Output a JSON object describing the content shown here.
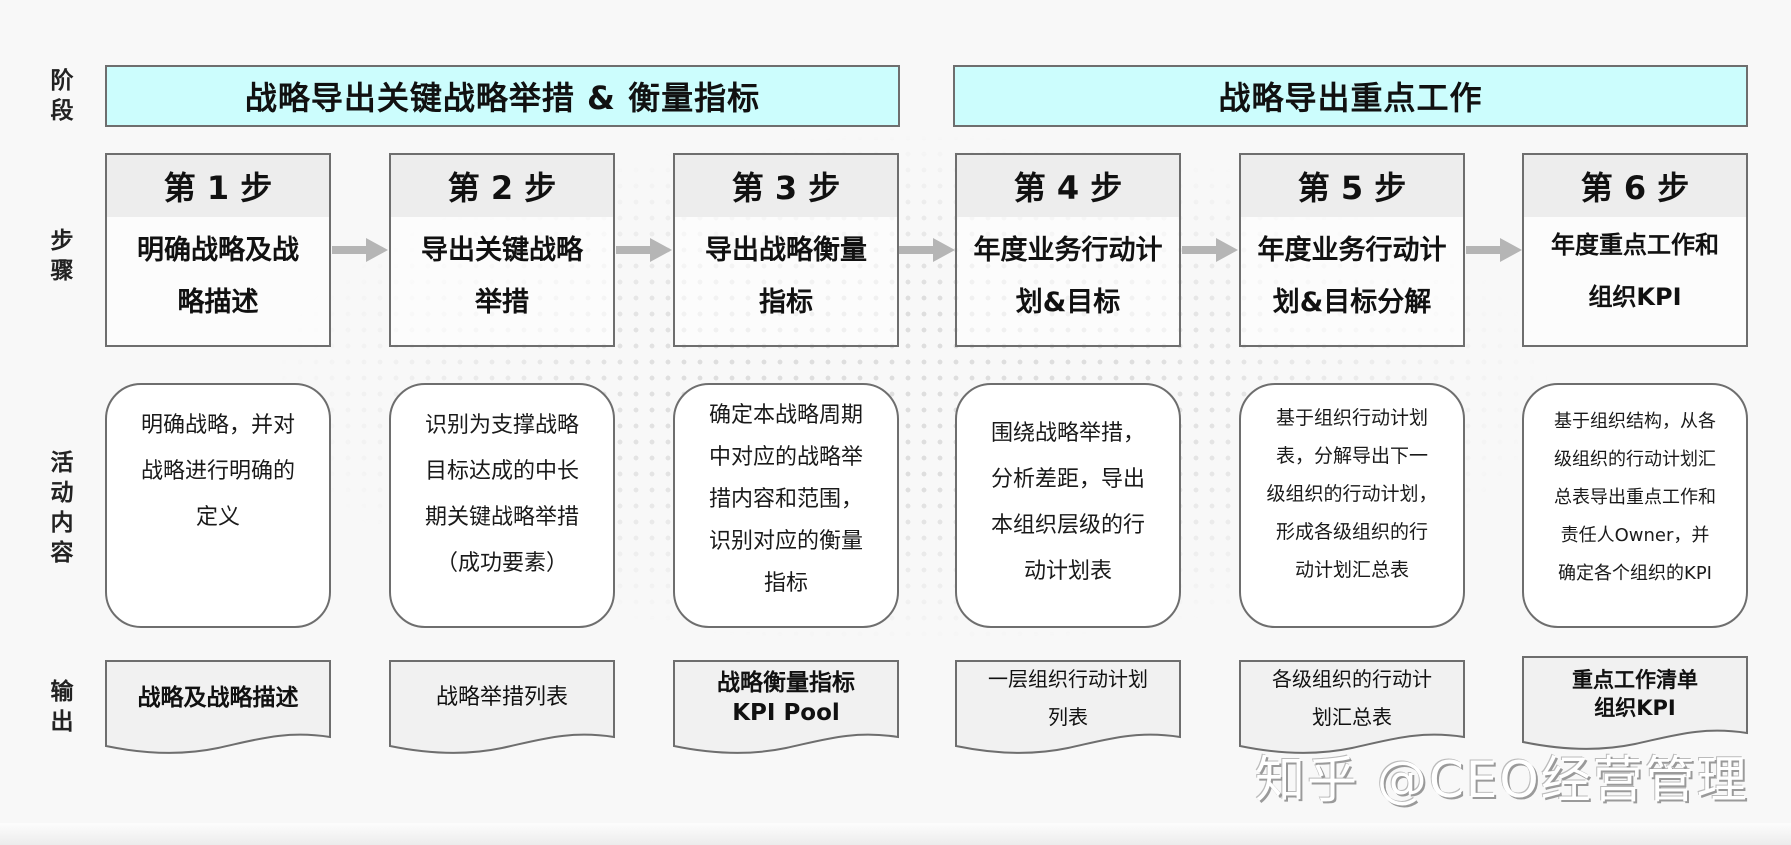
{
  "row_labels": {
    "phase": [
      "阶",
      "段"
    ],
    "steps": [
      "步",
      "骤"
    ],
    "activities": [
      "活",
      "动",
      "内",
      "容"
    ],
    "outputs": [
      "输",
      "出"
    ]
  },
  "phases": [
    {
      "label": "战略导出关键战略举措 & 衡量指标"
    },
    {
      "label": "战略导出重点工作"
    }
  ],
  "steps": [
    {
      "number": "第 1 步",
      "title": "明确战略及战略描述",
      "activity": "明确战略，并对战略进行明确的定义",
      "output": "战略及战略描述"
    },
    {
      "number": "第 2 步",
      "title": "导出关键战略举措",
      "activity": "识别为支撑战略目标达成的中长期关键战略举措（成功要素）",
      "output": "战略举措列表"
    },
    {
      "number": "第 3 步",
      "title": "导出战略衡量指标",
      "activity": "确定本战略周期中对应的战略举措内容和范围，识别对应的衡量指标",
      "output": "战略衡量指标 KPI Pool"
    },
    {
      "number": "第 4 步",
      "title": "年度业务行动计划&目标",
      "activity": "围绕战略举措，分析差距，导出本组织层级的行动计划表",
      "output": "一层组织行动计划列表"
    },
    {
      "number": "第 5 步",
      "title": "年度业务行动计划&目标分解",
      "activity": "基于组织行动计划表，分解导出下一级组织的行动计划，形成各级组织的行动计划汇总表",
      "output": "各级组织的行动计划汇总表"
    },
    {
      "number": "第 6 步",
      "title": "年度重点工作和组织KPI",
      "activity": "基于组织结构，从各级组织的行动计划汇总表导出重点工作和责任人Owner，并确定各个组织的KPI",
      "output": "重点工作清单 组织KPI"
    }
  ],
  "display": {
    "step_titles": [
      [
        "明确战略及战",
        "略描述"
      ],
      [
        "导出关键战略",
        "举措"
      ],
      [
        "导出战略衡量",
        "指标"
      ],
      [
        "年度业务行动计",
        "划&目标"
      ],
      [
        "年度业务行动计",
        "划&目标分解"
      ],
      [
        "年度重点工作和",
        "组织KPI"
      ]
    ],
    "activity_lines": [
      [
        "明确战略，并对",
        "战略进行明确的",
        "定义"
      ],
      [
        "识别为支撑战略",
        "目标达成的中长",
        "期关键战略举措",
        "（成功要素）"
      ],
      [
        "确定本战略周期",
        "中对应的战略举",
        "措内容和范围，",
        "识别对应的衡量",
        "指标"
      ],
      [
        "围绕战略举措，",
        "分析差距，导出",
        "本组织层级的行",
        "动计划表"
      ],
      [
        "基于组织行动计划",
        "表，分解导出下一",
        "级组织的行动计划，",
        "形成各级组织的行",
        "动计划汇总表"
      ],
      [
        "基于组织结构，从各",
        "级组织的行动计划汇",
        "总表导出重点工作和",
        "责任人Owner，并",
        "确定各个组织的KPI"
      ]
    ],
    "output_lines": [
      [
        "战略及战略描述"
      ],
      [
        "战略举措列表"
      ],
      [
        "战略衡量指标",
        "KPI Pool"
      ],
      [
        "一层组织行动计划",
        "列表"
      ],
      [
        "各级组织的行动计",
        "划汇总表"
      ],
      [
        "重点工作清单",
        "组织KPI"
      ]
    ]
  },
  "watermark": "知乎 @CEO经营管理",
  "colors": {
    "phase_fill": "#ccfdfd",
    "border": "#6e6e6e",
    "step_header_fill": "#ededed",
    "arrow": "#b5b5b5",
    "background": "#f8f8f8"
  }
}
